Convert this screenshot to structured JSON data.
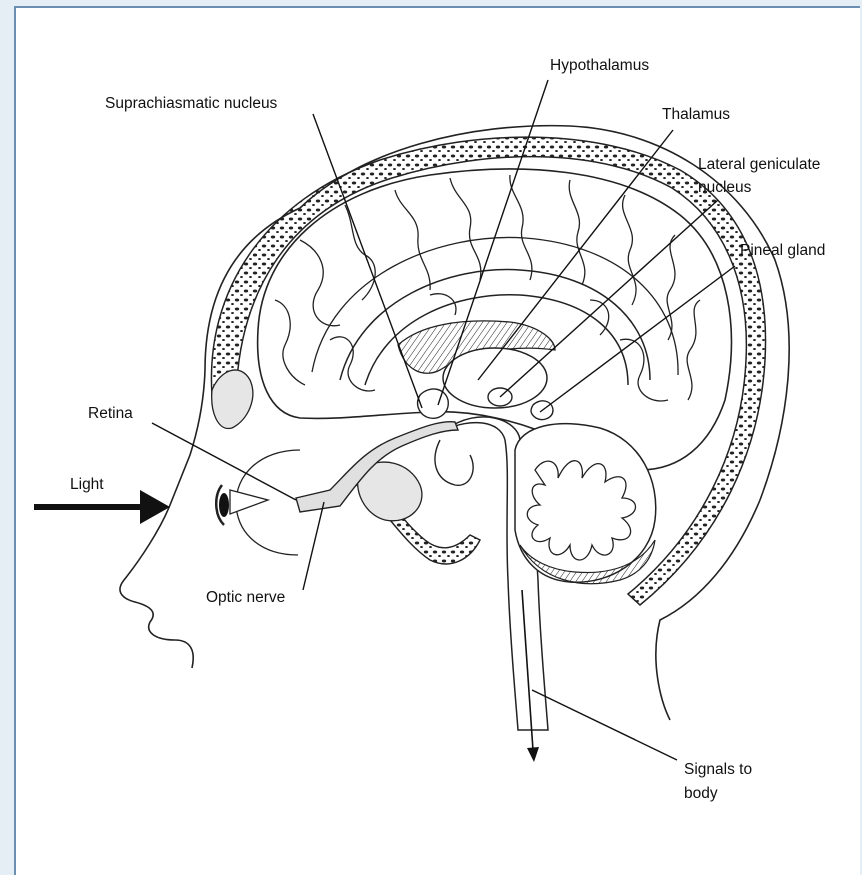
{
  "diagram": {
    "labels": {
      "suprachiasmatic": "Suprachiasmatic nucleus",
      "hypothalamus": "Hypothalamus",
      "thalamus": "Thalamus",
      "lateral_geniculate_1": "Lateral geniculate",
      "lateral_geniculate_2": "nucleus",
      "pineal": "Pineal gland",
      "retina": "Retina",
      "light": "Light",
      "optic_nerve": "Optic nerve",
      "signals_1": "Signals to",
      "signals_2": "body"
    },
    "colors": {
      "line": "#111111",
      "frame_background": "#e4eef4",
      "frame_border": "#6b8fb0",
      "panel": "#ffffff"
    }
  }
}
